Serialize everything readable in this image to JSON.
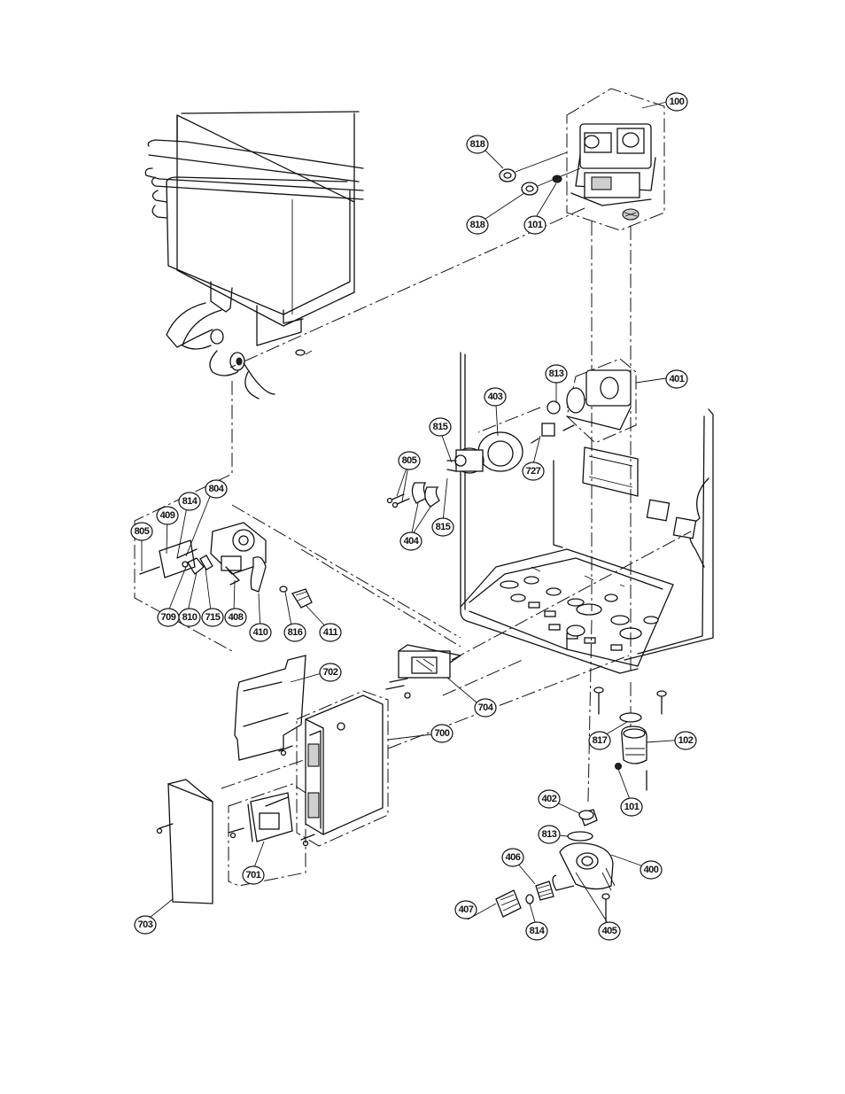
{
  "callouts": [
    {
      "id": "c-100",
      "label": "100"
    },
    {
      "id": "c-818a",
      "label": "818"
    },
    {
      "id": "c-818b",
      "label": "818"
    },
    {
      "id": "c-101a",
      "label": "101"
    },
    {
      "id": "c-813a",
      "label": "813"
    },
    {
      "id": "c-401",
      "label": "401"
    },
    {
      "id": "c-403",
      "label": "403"
    },
    {
      "id": "c-815a",
      "label": "815"
    },
    {
      "id": "c-805a",
      "label": "805"
    },
    {
      "id": "c-727",
      "label": "727"
    },
    {
      "id": "c-404",
      "label": "404"
    },
    {
      "id": "c-815b",
      "label": "815"
    },
    {
      "id": "c-804",
      "label": "804"
    },
    {
      "id": "c-814a",
      "label": "814"
    },
    {
      "id": "c-409",
      "label": "409"
    },
    {
      "id": "c-805b",
      "label": "805"
    },
    {
      "id": "c-709",
      "label": "709"
    },
    {
      "id": "c-810",
      "label": "810"
    },
    {
      "id": "c-715",
      "label": "715"
    },
    {
      "id": "c-408",
      "label": "408"
    },
    {
      "id": "c-410",
      "label": "410"
    },
    {
      "id": "c-816",
      "label": "816"
    },
    {
      "id": "c-411",
      "label": "411"
    },
    {
      "id": "c-702",
      "label": "702"
    },
    {
      "id": "c-704",
      "label": "704"
    },
    {
      "id": "c-700",
      "label": "700"
    },
    {
      "id": "c-817",
      "label": "817"
    },
    {
      "id": "c-102",
      "label": "102"
    },
    {
      "id": "c-101b",
      "label": "101"
    },
    {
      "id": "c-402",
      "label": "402"
    },
    {
      "id": "c-813b",
      "label": "813"
    },
    {
      "id": "c-701",
      "label": "701"
    },
    {
      "id": "c-400",
      "label": "400"
    },
    {
      "id": "c-406",
      "label": "406"
    },
    {
      "id": "c-407",
      "label": "407"
    },
    {
      "id": "c-814b",
      "label": "814"
    },
    {
      "id": "c-405",
      "label": "405"
    },
    {
      "id": "c-703",
      "label": "703"
    }
  ]
}
